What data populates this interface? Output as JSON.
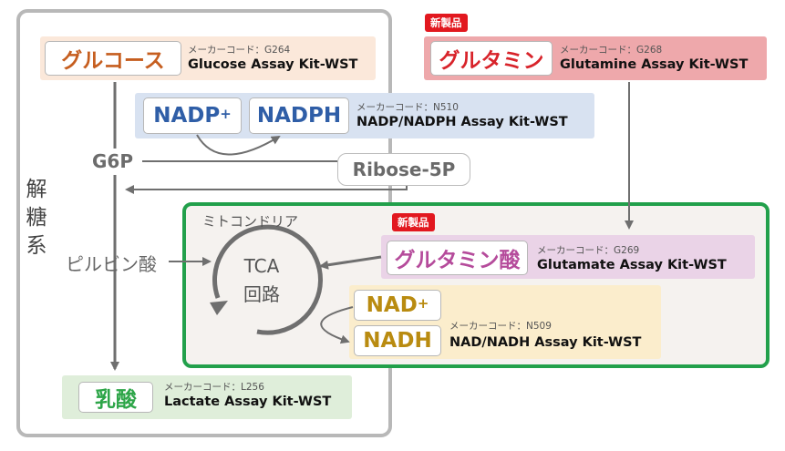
{
  "glycolysis_label": "解糖系",
  "mitochondria_label": "ミトコンドリア",
  "new_badge": "新製品",
  "glucose": {
    "name": "グルコース",
    "code": "メーカーコード：G264",
    "kit": "Glucose Assay Kit-WST"
  },
  "glutamine": {
    "name": "グルタミン",
    "code": "メーカーコード：G268",
    "kit": "Glutamine Assay Kit-WST"
  },
  "nadp_pair": {
    "nadp": "NADP",
    "nadp_sup": "+",
    "nadph": "NADPH",
    "code": "メーカーコード：N510",
    "kit": "NADP/NADPH Assay Kit-WST"
  },
  "g6p": "G6P",
  "ribose": "Ribose-5P",
  "pyruvate": "ピルビン酸",
  "tca": {
    "line1": "TCA",
    "line2": "回路"
  },
  "glutamate": {
    "name": "グルタミン酸",
    "code": "メーカーコード：G269",
    "kit": "Glutamate Assay Kit-WST"
  },
  "nad_pair": {
    "nad": "NAD",
    "nad_sup": "+",
    "nadh": "NADH",
    "code": "メーカーコード：N509",
    "kit": "NAD/NADH Assay Kit-WST"
  },
  "lactate": {
    "name": "乳酸",
    "code": "メーカーコード：L256",
    "kit": "Lactate Assay Kit-WST"
  },
  "colors": {
    "glucose": "#c65e1f",
    "glutamine": "#d8232a",
    "nadp": "#2f5ea7",
    "glutamate": "#b54b9b",
    "nad": "#b98b10",
    "lactate": "#2da548",
    "mitochondria_border": "#22a04b",
    "arrow": "#6f6f6f"
  }
}
